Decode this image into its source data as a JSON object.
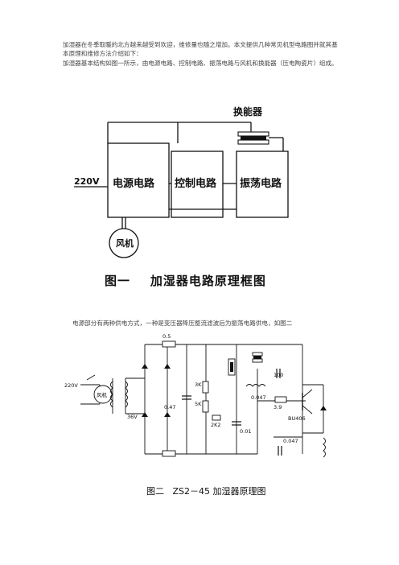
{
  "paragraphs": {
    "intro": "加湿器在冬季取暖的北方越来越受到欢迎，维修量也随之增加。本文提供几种常见机型电路图并就其基本原理和维修方法介绍如下：",
    "structure": "加湿器基本结构如图一所示，由电源电路、控制电路、振荡电路与风机和换能器（压电陶瓷片）组成。",
    "power": "电源部分有两种供电方式，一种是变压器降压整流滤波后为振荡电路供电，如图二"
  },
  "figure1": {
    "transducer_label": "换能器",
    "input_label": "220V",
    "blocks": [
      "电源电路",
      "控制电路",
      "振荡电路"
    ],
    "fan_label": "风机",
    "caption_num": "图一",
    "caption_title": "加湿器电路原理框图"
  },
  "figure2": {
    "labels": {
      "input": "220V",
      "fan": "风机",
      "trans": "36V",
      "r05": "0.5",
      "c047a": "0.47",
      "r3k": "3K",
      "r5k": "5K",
      "r2k2": "2K2",
      "c047b": "0.047",
      "r39": "3.9",
      "c001": "0.01",
      "c100": "100",
      "tr": "BU406",
      "c047c": "0.047"
    },
    "caption_num": "图二",
    "caption_model": "ZS2－45",
    "caption_title": "加湿器原理图"
  }
}
